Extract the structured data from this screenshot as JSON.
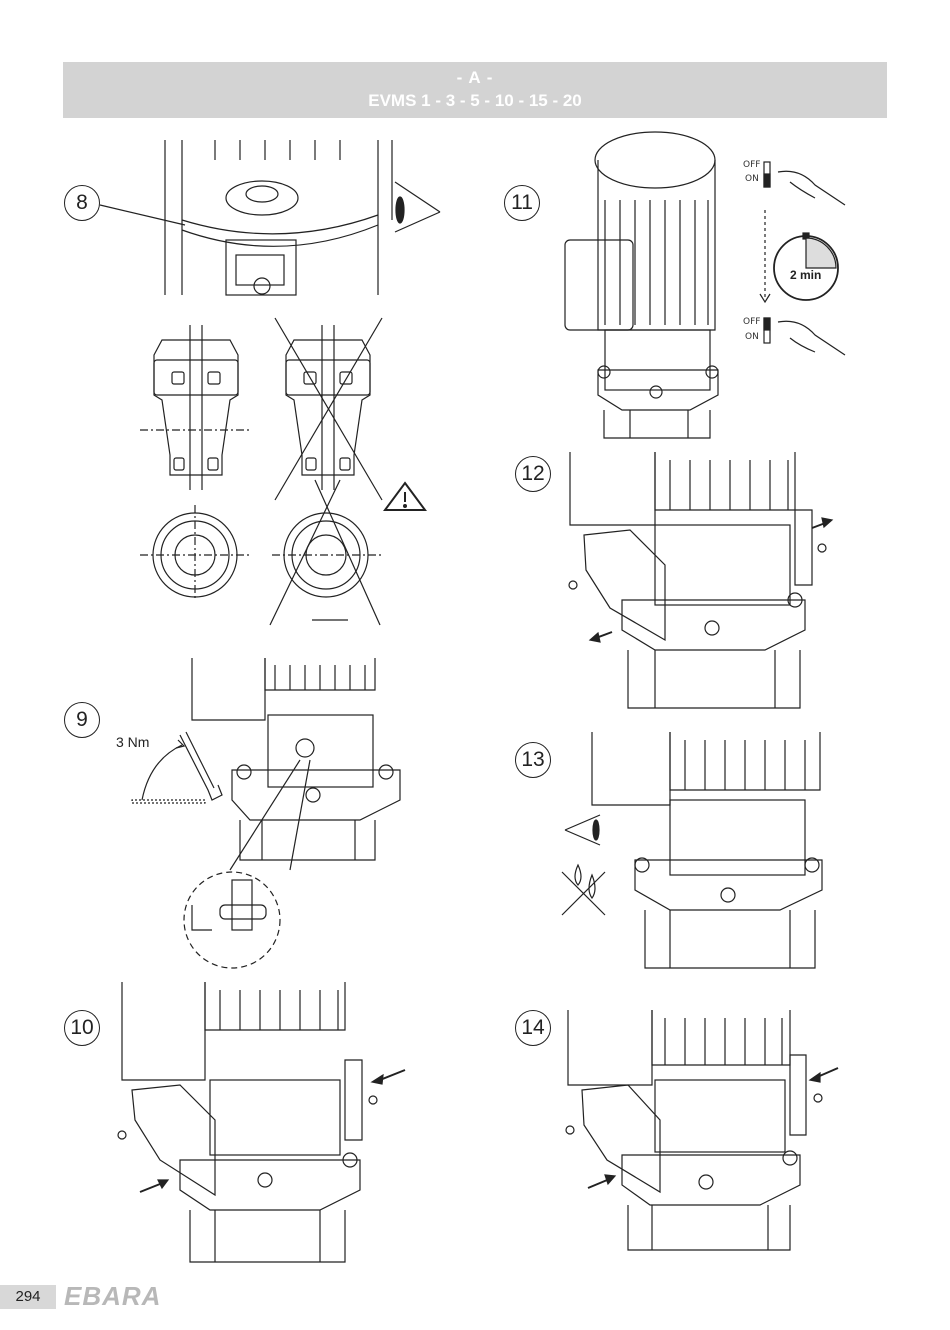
{
  "header": {
    "line1": "- A -",
    "line2": "EVMS 1 - 3 - 5 - 10 - 15 - 20"
  },
  "steps": {
    "s8": "8",
    "s9": "9",
    "s10": "10",
    "s11": "11",
    "s12": "12",
    "s13": "13",
    "s14": "14"
  },
  "step9": {
    "torque": "3 Nm"
  },
  "step11": {
    "off_label": "OFF",
    "on_label": "ON",
    "timer": "2 min",
    "off_label_2": "OFF",
    "on_label_2": "ON"
  },
  "footer": {
    "page_number": "294",
    "brand": "EBARA"
  },
  "icons": [
    "eye-icon",
    "warning-triangle-icon",
    "no-leak-icon",
    "hex-key-icon",
    "timer-icon",
    "hand-switch-icon"
  ]
}
